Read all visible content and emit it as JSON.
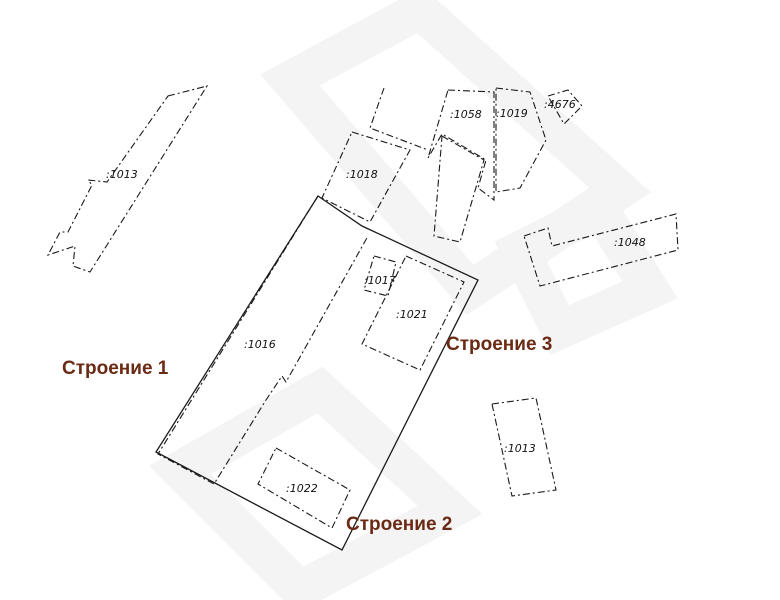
{
  "map": {
    "cadastral_labels": {
      "p1013_west": ":1013",
      "p1018": ":1018",
      "p1058": ":1058",
      "p1019": ":1019",
      "p4676": ":4676",
      "p1048": ":1048",
      "p1017": ":1017",
      "p1021": ":1021",
      "p1016": ":1016",
      "p1013_east": ":1013",
      "p1022": ":1022"
    },
    "building_labels": {
      "building_1": "Строение 1",
      "building_2": "Строение 2",
      "building_3": "Строение 3"
    },
    "colors": {
      "building_label": "#6b2a14",
      "lines": "#1a1a1a",
      "background": "#ffffff"
    }
  }
}
